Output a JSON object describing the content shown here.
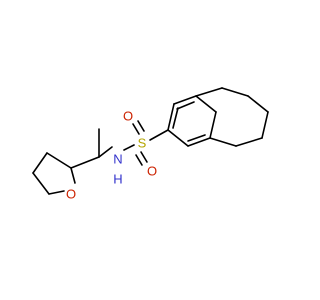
{
  "colors": {
    "bond": "#000000",
    "nitrogen": "#3333cc",
    "sulfur": "#b3a500",
    "oxygen": "#cc2200",
    "background": "#ffffff"
  },
  "atoms": {
    "nitrogen": {
      "symbol": "N"
    },
    "hydrogen": {
      "symbol": "H"
    },
    "sulfur": {
      "symbol": "S"
    },
    "oxygen_upper": {
      "symbol": "O"
    },
    "oxygen_lower": {
      "symbol": "O"
    },
    "oxygen_ring": {
      "symbol": "O"
    }
  }
}
